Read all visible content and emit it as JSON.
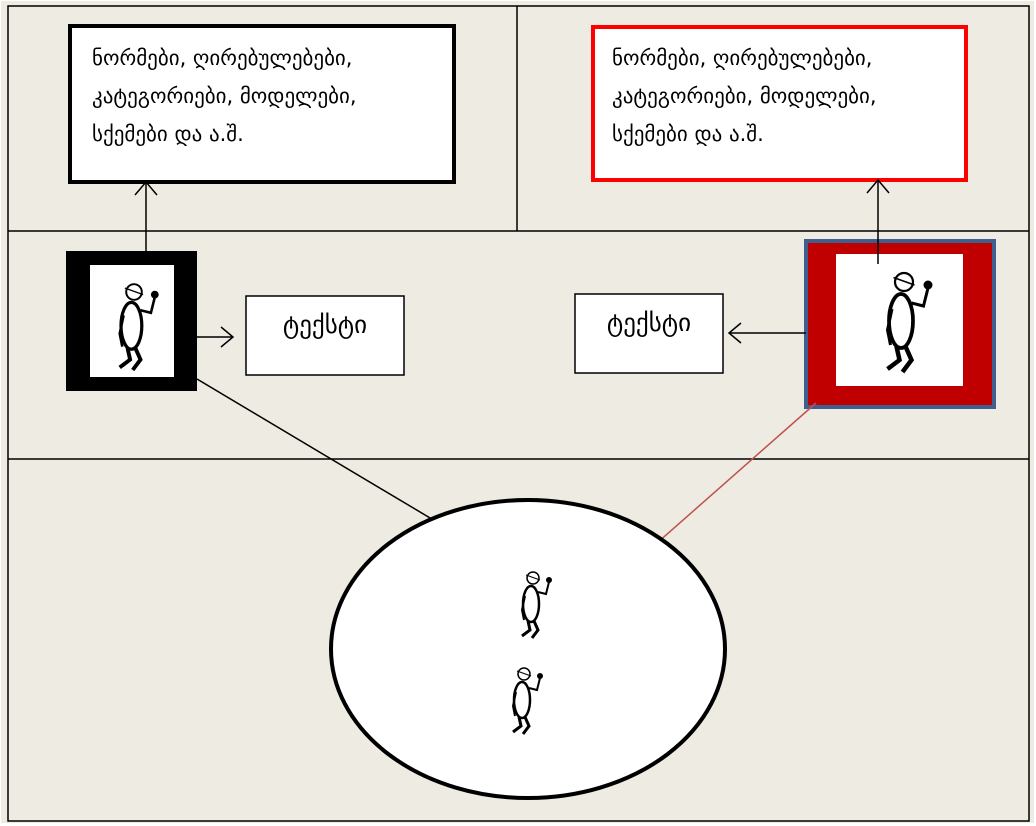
{
  "top_left_note": {
    "lines": [
      "ნორმები, ღირებულებები,",
      "კატეგორიები, მოდელები,",
      "სქემები და ა.შ."
    ],
    "border_color": "#000000"
  },
  "top_right_note": {
    "lines": [
      "ნორმები, ღირებულებები,",
      "კატეგორიები, მოდელები,",
      "სქემები და ა.შ."
    ],
    "border_color": "#ff0000"
  },
  "left_text_box": {
    "label": "ტექსტი"
  },
  "right_text_box": {
    "label": "ტექსტი"
  },
  "left_person_frame": {
    "color": "#000000"
  },
  "right_person_frame": {
    "color": "#c00000",
    "outline_color": "#3f5f8f"
  },
  "connector_colors": {
    "default": "#000000",
    "red": "#c0504d"
  },
  "background_color": "#eeebe2"
}
